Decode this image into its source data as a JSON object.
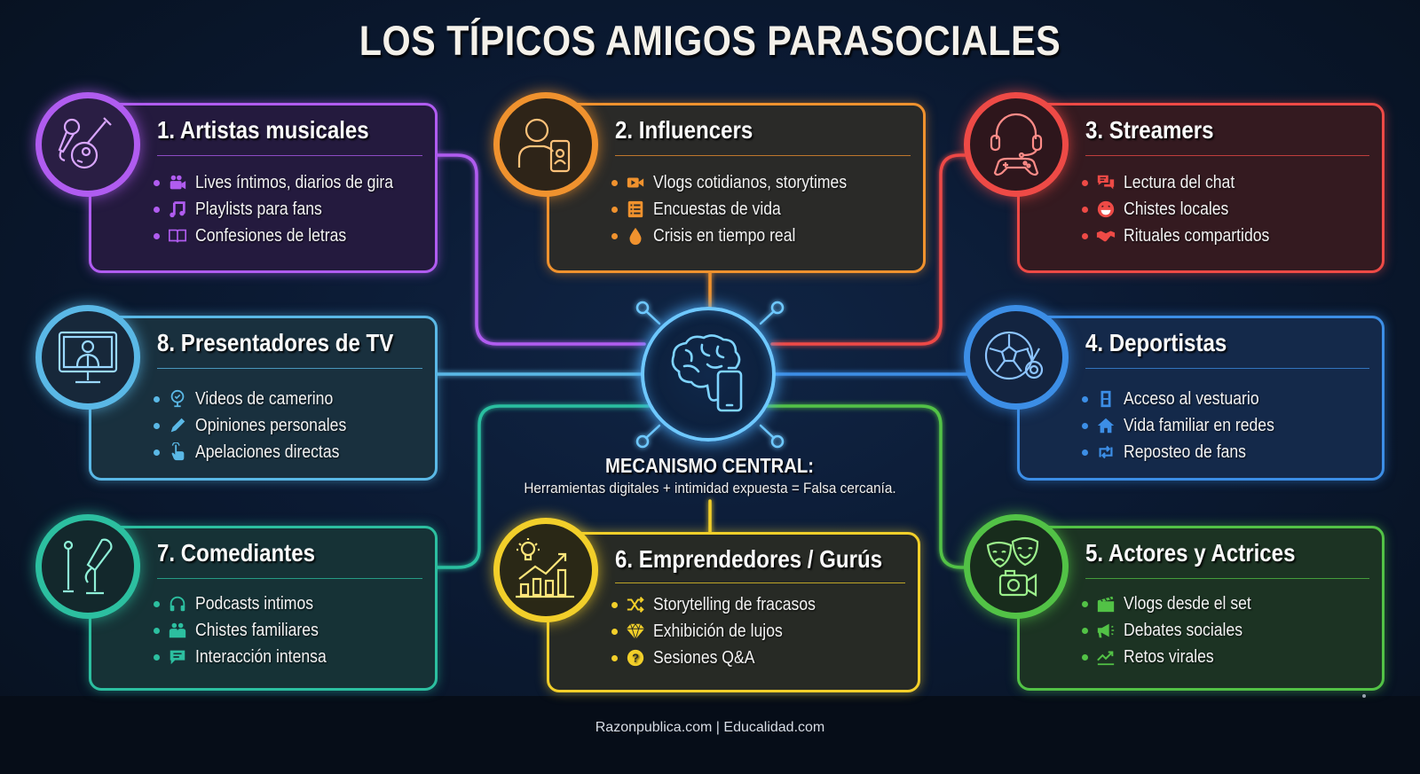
{
  "title": "LOS TÍPICOS AMIGOS PARASOCIALES",
  "hub": {
    "icon": "brain-smartphone-icon",
    "title": "MECANISMO CENTRAL:",
    "text": "Herramientas digitales + intimidad expuesta = Falsa cercanía.",
    "color": "#6ec8ff"
  },
  "cards": [
    {
      "id": "artistas-musicales",
      "title": "1. Artistas musicales",
      "color": "#b05cf0",
      "bg": "#241a3e",
      "badge_icon": "microphone-guitar-icon",
      "items": [
        {
          "icon": "video-camera-icon",
          "text": "Lives íntimos, diarios de gira"
        },
        {
          "icon": "music-note-icon",
          "text": "Playlists para fans"
        },
        {
          "icon": "open-book-icon",
          "text": "Confesiones de letras"
        }
      ]
    },
    {
      "id": "influencers",
      "title": "2. Influencers",
      "color": "#f0922e",
      "bg": "#2a2a28",
      "badge_icon": "person-smartphone-icon",
      "items": [
        {
          "icon": "video-icon",
          "text": "Vlogs cotidianos, storytimes"
        },
        {
          "icon": "poll-list-icon",
          "text": "Encuestas de vida"
        },
        {
          "icon": "water-drop-icon",
          "text": "Crisis en tiempo real"
        }
      ]
    },
    {
      "id": "streamers",
      "title": "3. Streamers",
      "color": "#ee4a46",
      "bg": "#341a20",
      "badge_icon": "headset-gamepad-icon",
      "items": [
        {
          "icon": "chat-bubbles-icon",
          "text": "Lectura del chat"
        },
        {
          "icon": "laughing-face-icon",
          "text": "Chistes locales"
        },
        {
          "icon": "handshake-icon",
          "text": "Rituales compartidos"
        }
      ]
    },
    {
      "id": "deportistas",
      "title": "4. Deportistas",
      "color": "#3c8ee6",
      "bg": "#14294a",
      "badge_icon": "soccer-ball-medal-icon",
      "items": [
        {
          "icon": "door-icon",
          "text": "Acceso al vestuario"
        },
        {
          "icon": "home-icon",
          "text": "Vida familiar en redes"
        },
        {
          "icon": "repost-icon",
          "text": "Reposteo de fans"
        }
      ]
    },
    {
      "id": "actores-actrices",
      "title": "5. Actores y Actrices",
      "color": "#52c246",
      "bg": "#1c3323",
      "badge_icon": "theater-masks-camera-icon",
      "items": [
        {
          "icon": "clapperboard-icon",
          "text": "Vlogs desde el set"
        },
        {
          "icon": "megaphone-icon",
          "text": "Debates sociales"
        },
        {
          "icon": "trending-up-icon",
          "text": "Retos virales"
        }
      ]
    },
    {
      "id": "emprendedores-gurus",
      "title": "6. Emprendedores / Gurús",
      "color": "#f2cf2a",
      "bg": "#272a25",
      "badge_icon": "lightbulb-growth-chart-icon",
      "items": [
        {
          "icon": "shuffle-icon",
          "text": "Storytelling de fracasos"
        },
        {
          "icon": "diamond-icon",
          "text": "Exhibición de lujos"
        },
        {
          "icon": "question-circle-icon",
          "text": "Sesiones Q&A"
        }
      ]
    },
    {
      "id": "comediantes",
      "title": "7. Comediantes",
      "color": "#2cbfa0",
      "bg": "#163236",
      "badge_icon": "microphone-stands-icon",
      "items": [
        {
          "icon": "headphones-icon",
          "text": "Podcasts intimos"
        },
        {
          "icon": "family-icon",
          "text": "Chistes familiares"
        },
        {
          "icon": "message-icon",
          "text": "Interacción intensa"
        }
      ]
    },
    {
      "id": "presentadores-tv",
      "title": "8. Presentadores de TV",
      "color": "#5ab8e6",
      "bg": "#19303e",
      "badge_icon": "tv-presenter-icon",
      "items": [
        {
          "icon": "mirror-icon",
          "text": "Videos de camerino"
        },
        {
          "icon": "pencil-icon",
          "text": "Opiniones personales"
        },
        {
          "icon": "pointing-hand-icon",
          "text": "Apelaciones directas"
        }
      ]
    }
  ],
  "footer": "Razonpublica.com | Educalidad.com"
}
